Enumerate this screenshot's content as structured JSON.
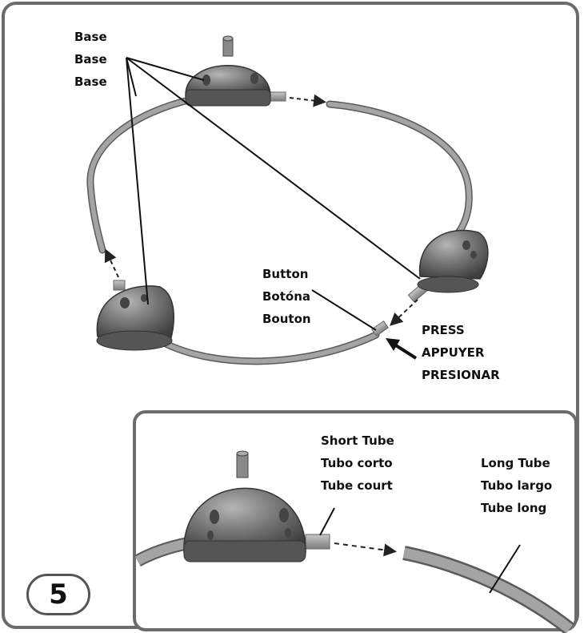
{
  "main_panel": {
    "base_labels": [
      "Base",
      "Base",
      "Base"
    ],
    "button_labels": [
      "Button",
      "Botóna",
      "Bouton"
    ],
    "press_labels": [
      "PRESS",
      "APPUYER",
      "PRESIONAR"
    ]
  },
  "inset_panel": {
    "short_tube_labels": [
      "Short Tube",
      "Tubo corto",
      "Tube court"
    ],
    "long_tube_labels": [
      "Long Tube",
      "Tubo largo",
      "Tube long"
    ]
  },
  "step_number": "5",
  "colors": {
    "frame": "#6b6b6b",
    "tube": "#9a9a9a",
    "base_dark": "#4f4f4f",
    "base_light": "#8d8d8d"
  }
}
